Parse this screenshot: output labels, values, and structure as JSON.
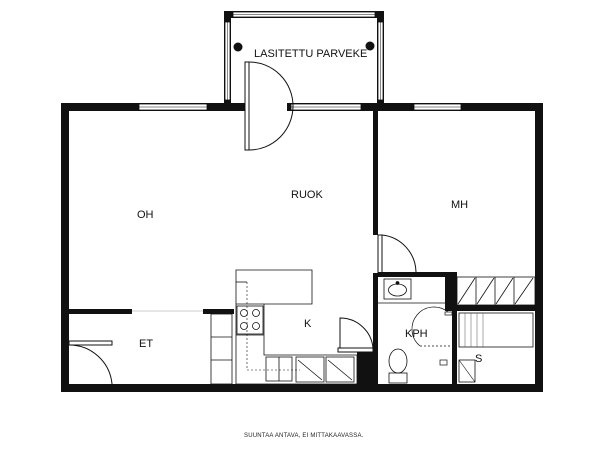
{
  "rooms": {
    "balcony": "LASITETTU PARVEKE",
    "living_room": "OH",
    "dining": "RUOK",
    "bedroom": "MH",
    "entrance": "ET",
    "kitchen": "K",
    "bathroom": "KPH",
    "sauna": "S"
  },
  "footer_note": "SUUNTAA ANTAVA, EI MITTAKAAVASSA."
}
